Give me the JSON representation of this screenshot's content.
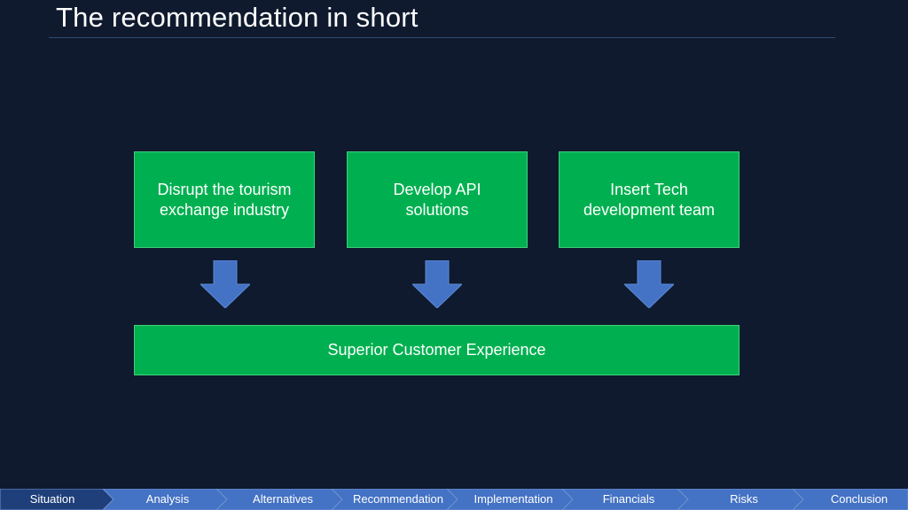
{
  "slide": {
    "title": "The recommendation in short"
  },
  "diagram": {
    "inputs": [
      {
        "line1": "Disrupt the tourism",
        "line2": "exchange industry"
      },
      {
        "line1": "Develop API",
        "line2": "solutions"
      },
      {
        "line1": "Insert Tech",
        "line2": "development team"
      }
    ],
    "outcome": "Superior Customer Experience"
  },
  "nav": {
    "items": [
      {
        "label": "Situation",
        "active": true
      },
      {
        "label": "Analysis",
        "active": false
      },
      {
        "label": "Alternatives",
        "active": false
      },
      {
        "label": "Recommendation",
        "active": false
      },
      {
        "label": "Implementation",
        "active": false
      },
      {
        "label": "Financials",
        "active": false
      },
      {
        "label": "Risks",
        "active": false
      },
      {
        "label": "Conclusion",
        "active": false
      }
    ]
  },
  "colors": {
    "background": "#0f1a2e",
    "box_fill": "#00b050",
    "arrow_fill": "#4472c4",
    "nav_inactive": "#4472c4",
    "nav_active": "#1f3f7a"
  }
}
